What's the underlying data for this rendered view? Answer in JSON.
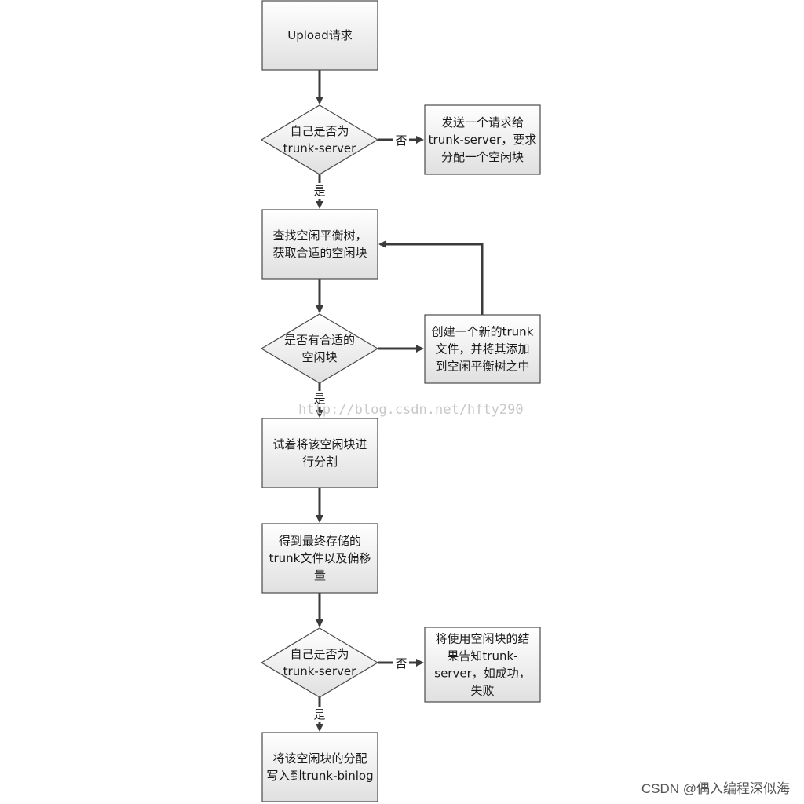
{
  "nodes": [
    {
      "id": "n1",
      "shape": "rect",
      "lines": [
        "Upload请求"
      ]
    },
    {
      "id": "d1",
      "shape": "diamond",
      "lines": [
        "自己是否为",
        "trunk-server"
      ]
    },
    {
      "id": "r1",
      "shape": "rect",
      "lines": [
        "发送一个请求给",
        "trunk-server，要求",
        "分配一个空闲块"
      ]
    },
    {
      "id": "n2",
      "shape": "rect",
      "lines": [
        "查找空闲平衡树，",
        "获取合适的空闲块"
      ]
    },
    {
      "id": "d2",
      "shape": "diamond",
      "lines": [
        "是否有合适的",
        "空闲块"
      ]
    },
    {
      "id": "r2",
      "shape": "rect",
      "lines": [
        "创建一个新的trunk",
        "文件，并将其添加",
        "到空闲平衡树之中"
      ]
    },
    {
      "id": "n3",
      "shape": "rect",
      "lines": [
        "试着将该空闲块进",
        "行分割"
      ]
    },
    {
      "id": "n4",
      "shape": "rect",
      "lines": [
        "得到最终存储的",
        "trunk文件以及偏移",
        "量"
      ]
    },
    {
      "id": "d3",
      "shape": "diamond",
      "lines": [
        "自己是否为",
        "trunk-server"
      ]
    },
    {
      "id": "r3",
      "shape": "rect",
      "lines": [
        "将使用空闲块的结",
        "果告知trunk-",
        "server，如成功，",
        "失败"
      ]
    },
    {
      "id": "n5",
      "shape": "rect",
      "lines": [
        "将该空闲块的分配",
        "写入到trunk-binlog"
      ]
    }
  ],
  "edges": [
    {
      "from": "n1",
      "to": "d1",
      "label": ""
    },
    {
      "from": "d1",
      "to": "r1",
      "label": "否"
    },
    {
      "from": "d1",
      "to": "n2",
      "label": "是"
    },
    {
      "from": "n2",
      "to": "d2",
      "label": ""
    },
    {
      "from": "d2",
      "to": "r2",
      "label": ""
    },
    {
      "from": "r2",
      "to": "n2",
      "label": ""
    },
    {
      "from": "d2",
      "to": "n3",
      "label": "是"
    },
    {
      "from": "n3",
      "to": "n4",
      "label": ""
    },
    {
      "from": "n4",
      "to": "d3",
      "label": ""
    },
    {
      "from": "d3",
      "to": "r3",
      "label": "否"
    },
    {
      "from": "d3",
      "to": "n5",
      "label": "是"
    }
  ],
  "watermark": {
    "url": "http://blog.csdn.net/hfty290",
    "credit": "CSDN @偶入编程深似海"
  },
  "colors": {
    "box_top": "#ffffff",
    "box_bottom": "#e0e0e0",
    "stroke": "#4a4a4a",
    "arrow": "#3b3b3b"
  }
}
